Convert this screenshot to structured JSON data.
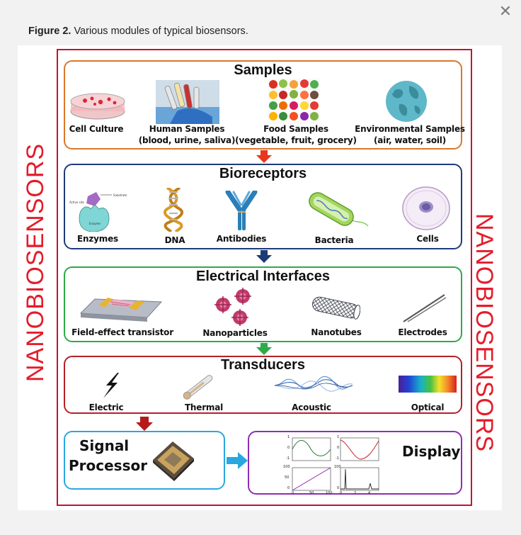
{
  "caption": {
    "label": "Figure 2.",
    "text": " Various modules of typical biosensors."
  },
  "close_symbol": "✕",
  "side_labels": {
    "left": "NANOBIOSENSORS",
    "right": "NANOBIOSENSORS"
  },
  "colors": {
    "frame": "#c0152f",
    "side_text": "#e41c2a",
    "samples_border": "#d9772c",
    "bioreceptors_border": "#1f3c78",
    "electrical_border": "#2eaa4a",
    "transducers_border": "#b52027",
    "signal_border": "#29a7de",
    "display_border": "#8c2fb3",
    "arrow_red": "#e8371b",
    "arrow_navy": "#1c3a78",
    "arrow_green": "#2eaa4a",
    "arrow_darkred": "#b51a1a",
    "arrow_blue": "#29a7de"
  },
  "samples": {
    "title": "Samples",
    "items": [
      {
        "line1": "Cell Culture",
        "line2": "",
        "icon": "petri-dish-icon"
      },
      {
        "line1": "Human Samples",
        "line2": "(blood, urine, saliva)",
        "icon": "lab-tubes-icon"
      },
      {
        "line1": "Food Samples",
        "line2": "(vegetable, fruit, grocery)",
        "icon": "food-icon"
      },
      {
        "line1": "Environmental Samples",
        "line2": "(air, water, soil)",
        "icon": "globe-icon"
      }
    ]
  },
  "bioreceptors": {
    "title": "Bioreceptors",
    "items": [
      {
        "label": "Enzymes",
        "icon": "enzyme-icon"
      },
      {
        "label": "DNA",
        "icon": "dna-icon"
      },
      {
        "label": "Antibodies",
        "icon": "antibody-icon"
      },
      {
        "label": "Bacteria",
        "icon": "bacteria-icon"
      },
      {
        "label": "Cells",
        "icon": "cell-icon"
      }
    ]
  },
  "electrical": {
    "title": "Electrical Interfaces",
    "items": [
      {
        "label": "Field-effect transistor",
        "icon": "fet-icon"
      },
      {
        "label": "Nanoparticles",
        "icon": "nanoparticles-icon"
      },
      {
        "label": "Nanotubes",
        "icon": "nanotube-icon"
      },
      {
        "label": "Electrodes",
        "icon": "electrodes-icon"
      }
    ]
  },
  "transducers": {
    "title": "Transducers",
    "items": [
      {
        "label": "Electric",
        "icon": "lightning-icon"
      },
      {
        "label": "Thermal",
        "icon": "thermometer-icon"
      },
      {
        "label": "Acoustic",
        "icon": "sound-wave-icon"
      },
      {
        "label": "Optical",
        "icon": "spectrum-icon"
      }
    ]
  },
  "signal": {
    "line1": "Signal",
    "line2": "Processor",
    "icon": "chip-icon"
  },
  "display": {
    "title": "Display",
    "plot_ticks": {
      "a_y": [
        "1",
        "0",
        "-1"
      ],
      "b_y": [
        "1",
        "0",
        "-1"
      ],
      "c_y": [
        "100",
        "50",
        "0"
      ],
      "c_x": [
        "0",
        "50",
        "100"
      ],
      "d_y": [
        "100",
        "0"
      ],
      "d_x": [
        "0",
        "2",
        "4"
      ]
    }
  }
}
